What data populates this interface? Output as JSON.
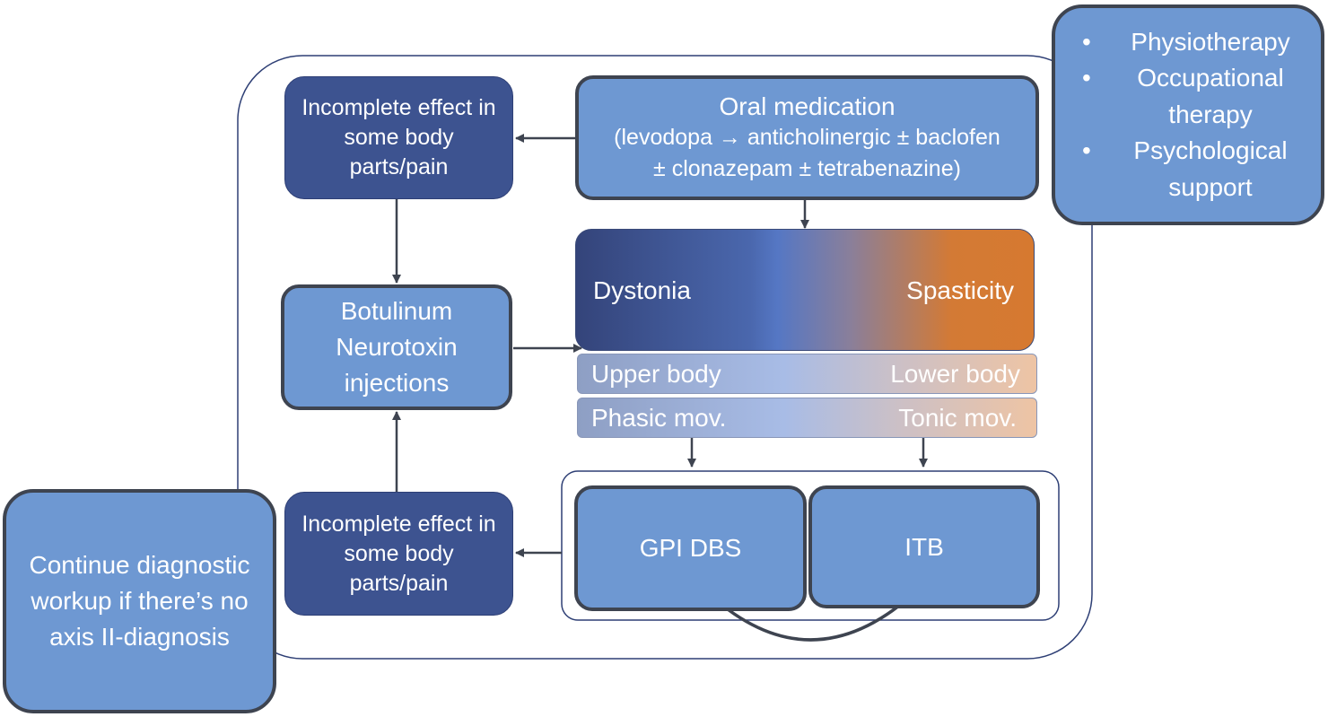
{
  "incomplete_top": "Incomplete effect in some body parts/pain",
  "oral_medication": {
    "title": "Oral medication",
    "line1": "(levodopa → anticholinergic ± baclofen",
    "line2": "± clonazepam ± tetrabenazine)"
  },
  "botulinum": "Botulinum Neurotoxin injections",
  "spectrum": {
    "left": "Dystonia",
    "right": "Spasticity"
  },
  "band_body": {
    "left": "Upper body",
    "right": "Lower body"
  },
  "band_movement": {
    "left": "Phasic mov.",
    "right": "Tonic mov."
  },
  "incomplete_bottom": "Incomplete effect in some body parts/pain",
  "gpi_dbs": "GPI DBS",
  "itb": "ITB",
  "continue_workup": "Continue diagnostic workup if there’s no axis II-diagnosis",
  "supportive": [
    "Physiotherapy",
    "Occupational therapy",
    "Psychological support"
  ],
  "colors": {
    "light_box": "#6e98d2",
    "dark_box": "#3d5390",
    "dystonia": "#34447a",
    "spasticity": "#d67930"
  }
}
